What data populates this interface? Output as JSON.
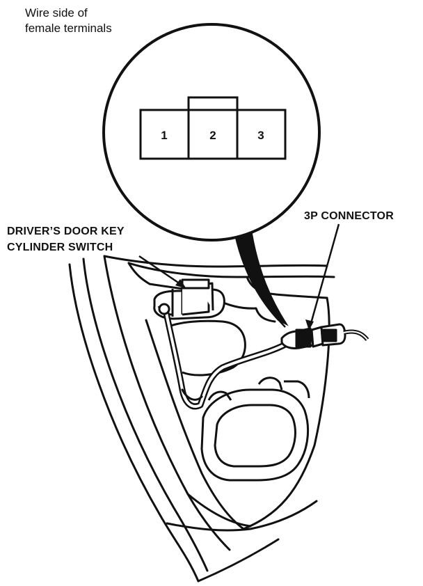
{
  "callout": {
    "line1": "Wire side of",
    "line2": "female terminals"
  },
  "terminals": [
    "1",
    "2",
    "3"
  ],
  "labels": {
    "switch_line1": "DRIVER’S DOOR KEY",
    "switch_line2": "CYLINDER SWITCH",
    "connector": "3P CONNECTOR"
  },
  "colors": {
    "ink": "#111111",
    "paper": "#ffffff"
  }
}
